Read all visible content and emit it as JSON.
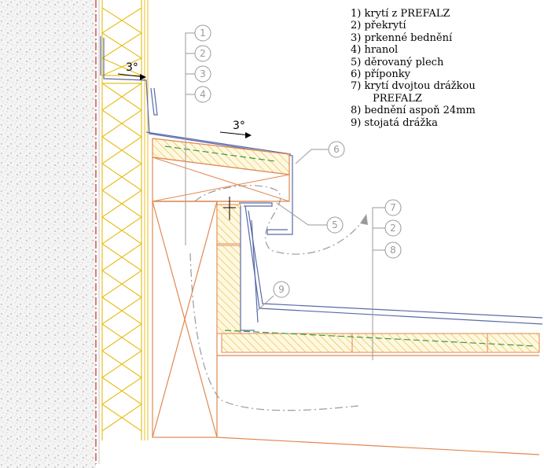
{
  "legend": [
    {
      "num": "1)",
      "text": "krytí z PREFALZ"
    },
    {
      "num": "2)",
      "text": "překrytí"
    },
    {
      "num": "3)",
      "text": "prkenné bednění"
    },
    {
      "num": "4)",
      "text": "hranol"
    },
    {
      "num": "5)",
      "text": "děrovaný plech"
    },
    {
      "num": "6)",
      "text": "příponky"
    },
    {
      "num": "7)",
      "text": "krytí dvojtou drážkou",
      "cont": "PREFALZ"
    },
    {
      "num": "8)",
      "text": "bednění aspoň 24mm"
    },
    {
      "num": "9)",
      "text": "stojatá drážka"
    }
  ],
  "angles": {
    "upper": "3°",
    "lower": "3°"
  },
  "callouts": {
    "wall_stack": [
      "1",
      "2",
      "3",
      "4"
    ],
    "right_stack": [
      "7",
      "2",
      "8"
    ],
    "single_6": "6",
    "single_5": "5",
    "single_9": "9"
  },
  "colors": {
    "insulation": "#e8c020",
    "timber": "#e08850",
    "metal": "#5a6aa8",
    "membrane": "#3a9a3a",
    "callout": "#9a9a9a",
    "wall_line": "#c03030"
  }
}
